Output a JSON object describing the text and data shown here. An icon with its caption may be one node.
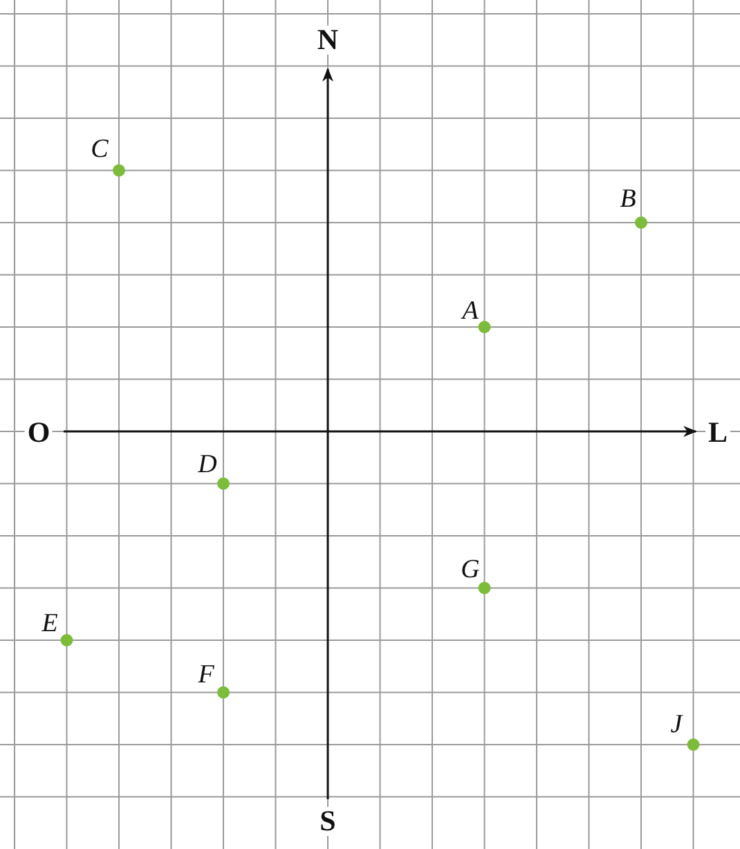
{
  "diagram": {
    "labels": [
      "N",
      "O",
      "L",
      "S",
      "C",
      "B",
      "A",
      "D",
      "G",
      "E",
      "F",
      "J"
    ]
  }
}
